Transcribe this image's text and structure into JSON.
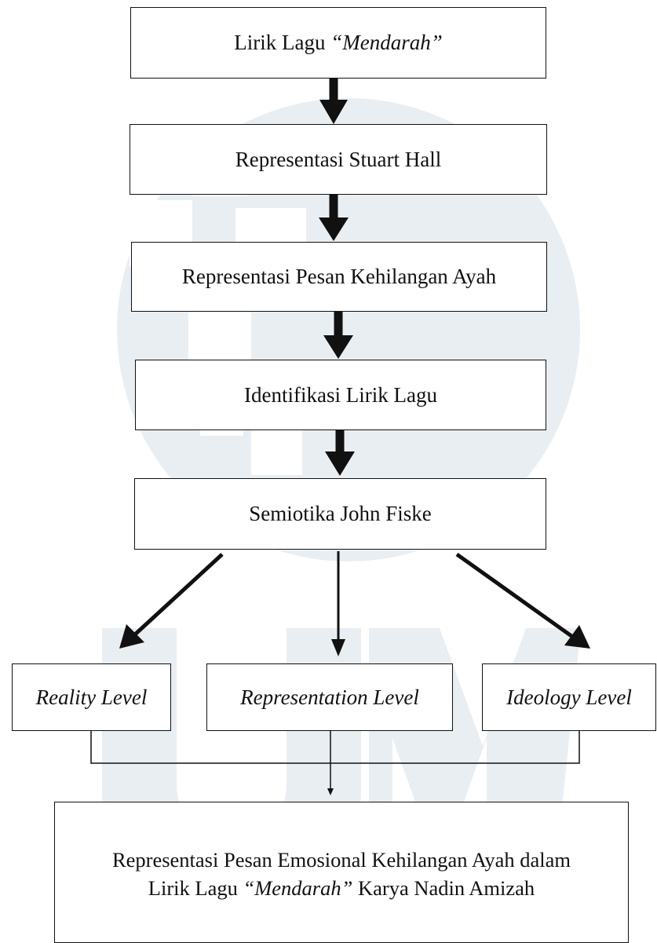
{
  "colors": {
    "ink": "#111111",
    "watermark": "#e9eef3"
  },
  "watermark": {
    "logo_text": "UMN"
  },
  "flow": {
    "box1": {
      "prefix": "Lirik Lagu ",
      "title": "“Mendarah”"
    },
    "box2": {
      "label": "Representasi Stuart Hall"
    },
    "box3": {
      "label": "Representasi Pesan Kehilangan Ayah"
    },
    "box4": {
      "label": "Identifikasi Lirik Lagu"
    },
    "box5": {
      "label": "Semiotika John Fiske"
    }
  },
  "levels": {
    "reality": "Reality Level",
    "representation": "Representation Level",
    "ideology": "Ideology Level"
  },
  "result": {
    "line1": "Representasi Pesan Emosional Kehilangan Ayah dalam",
    "line2_prefix": "Lirik Lagu ",
    "line2_title": "“Mendarah”",
    "line2_suffix": " Karya Nadin Amizah"
  }
}
